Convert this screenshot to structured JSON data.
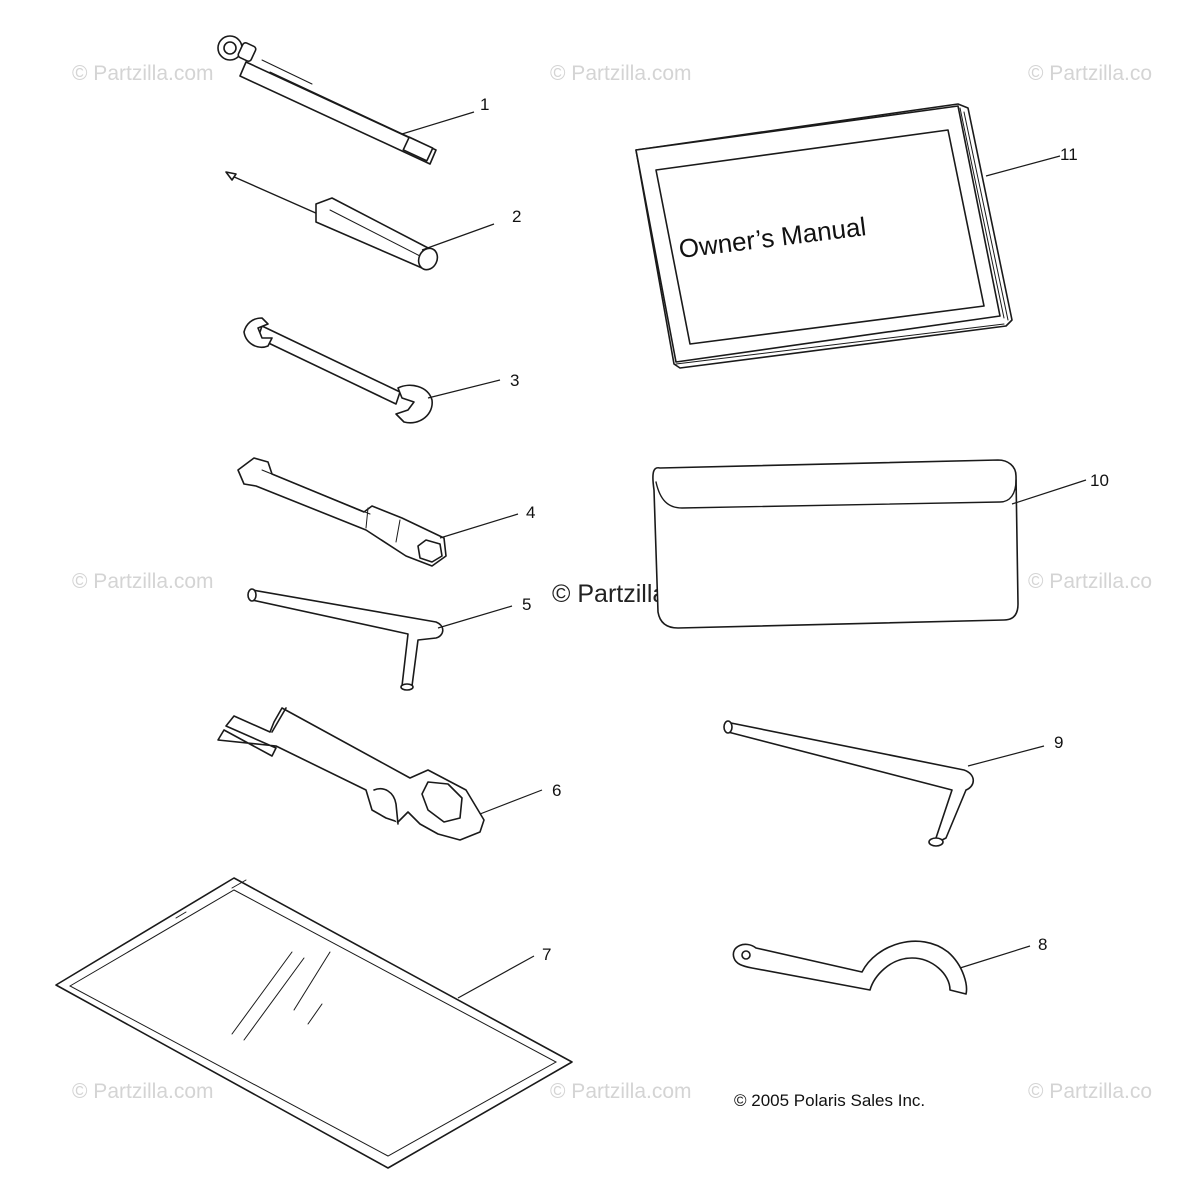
{
  "watermarks": {
    "top_left": "© Partzilla.com",
    "top_center": "© Partzilla.com",
    "top_right": "© Partzilla.co",
    "middle_left": "© Partzilla.com",
    "middle_center": "© Partzilla.com",
    "middle_right": "© Partzilla.co",
    "bottom_left": "© Partzilla.com",
    "bottom_center": "© Partzilla.com",
    "bottom_right": "© Partzilla.co"
  },
  "manual_cover_text": "Owner’s Manual",
  "copyright": "© 2005 Polaris Sales Inc.",
  "callouts": {
    "c1": "1",
    "c2": "2",
    "c3": "3",
    "c4": "4",
    "c5": "5",
    "c6": "6",
    "c7": "7",
    "c8": "8",
    "c9": "9",
    "c10": "10",
    "c11": "11"
  }
}
